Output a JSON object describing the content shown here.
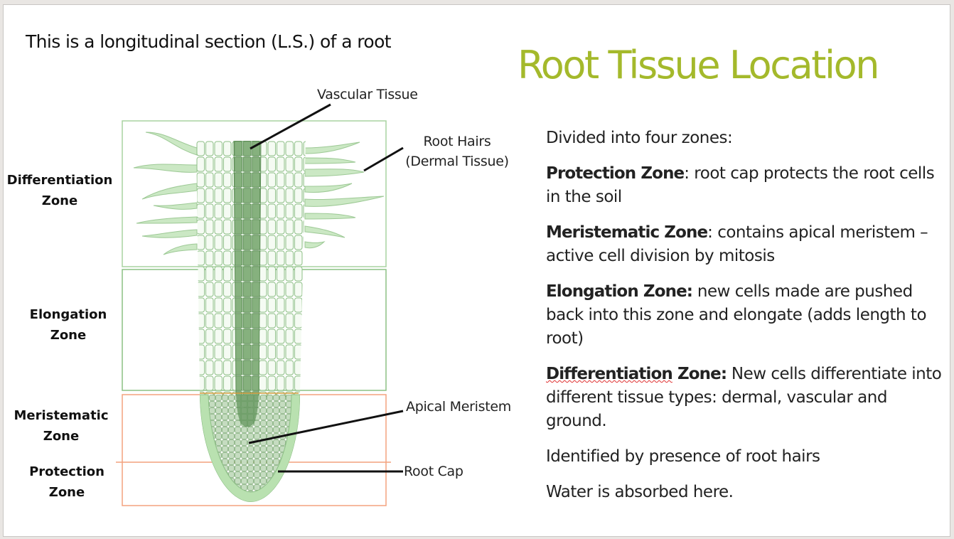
{
  "slide": {
    "subtitle": "This is a longitudinal section (L.S.) of a root",
    "title": "Root Tissue Location",
    "title_color": "#a4b92b",
    "body": {
      "intro": "Divided into four zones:",
      "items": [
        {
          "term": "Protection Zone",
          "sep": ":",
          "text": " root cap protects the root cells in the soil"
        },
        {
          "term": "Meristematic Zone",
          "sep": ":",
          "text": " contains apical meristem – active cell division by mitosis"
        },
        {
          "term": "Elongation Zone:",
          "sep": "",
          "text": " new cells made are pushed back into this zone and elongate (adds length to root)"
        },
        {
          "term": "Differentiation",
          "term2": " Zone:",
          "sep": "",
          "text": " New cells differentiate into different tissue types: dermal, vascular and ground."
        }
      ],
      "note1": "Identified by presence of root hairs",
      "note2": "Water is absorbed here."
    }
  },
  "diagram": {
    "zones": [
      {
        "line1": "Differentiation",
        "line2": "Zone",
        "border_color": "#a9d3a0"
      },
      {
        "line1": "Elongation",
        "line2": "Zone",
        "border_color": "#8cc184"
      },
      {
        "line1": "Meristematic",
        "line2": "Zone",
        "border_color": "#f4a27f"
      },
      {
        "line1": "Protection",
        "line2": "Zone",
        "border_color": "#f4a27f"
      }
    ],
    "callouts": {
      "vascular": "Vascular Tissue",
      "root_hairs_1": "Root Hairs",
      "root_hairs_2": "(Dermal Tissue)",
      "apical": "Apical Meristem",
      "root_cap": "Root Cap"
    },
    "colors": {
      "cortex_fill": "#eef7ec",
      "cell_stroke": "#8dbf86",
      "vascular_fill": "#7aa873",
      "hair_fill": "#cbe8c4",
      "cap_fill": "#b9e1b0"
    }
  }
}
